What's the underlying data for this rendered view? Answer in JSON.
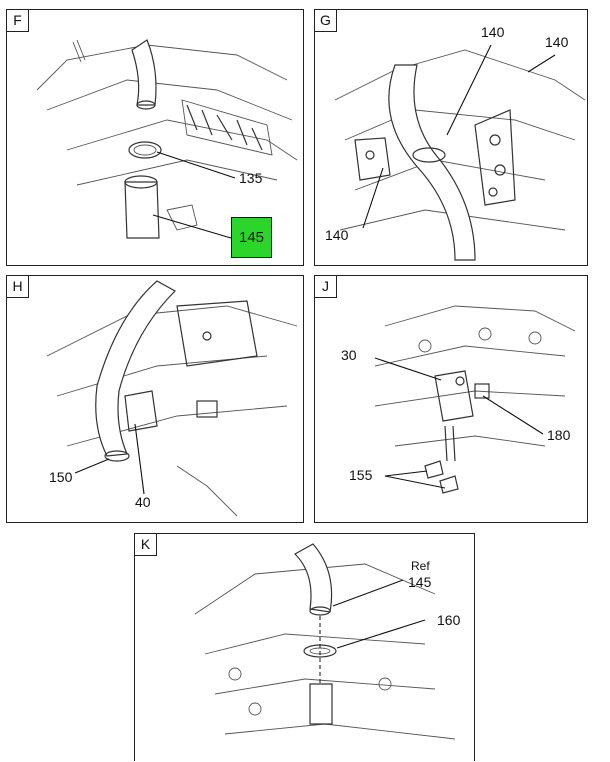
{
  "panels": {
    "F": {
      "tag": "F",
      "callouts": {
        "c135": "135",
        "c145": "145"
      }
    },
    "G": {
      "tag": "G",
      "callouts": {
        "c140a": "140",
        "c140b": "140",
        "c140c": "140"
      }
    },
    "H": {
      "tag": "H",
      "callouts": {
        "c150": "150",
        "c40": "40"
      }
    },
    "J": {
      "tag": "J",
      "callouts": {
        "c30": "30",
        "c180": "180",
        "c155": "155"
      }
    },
    "K": {
      "tag": "K",
      "callouts": {
        "ref": "Ref",
        "c145": "145",
        "c160": "160"
      }
    }
  },
  "colors": {
    "highlight": "#2bd52b",
    "line": "#111111"
  }
}
